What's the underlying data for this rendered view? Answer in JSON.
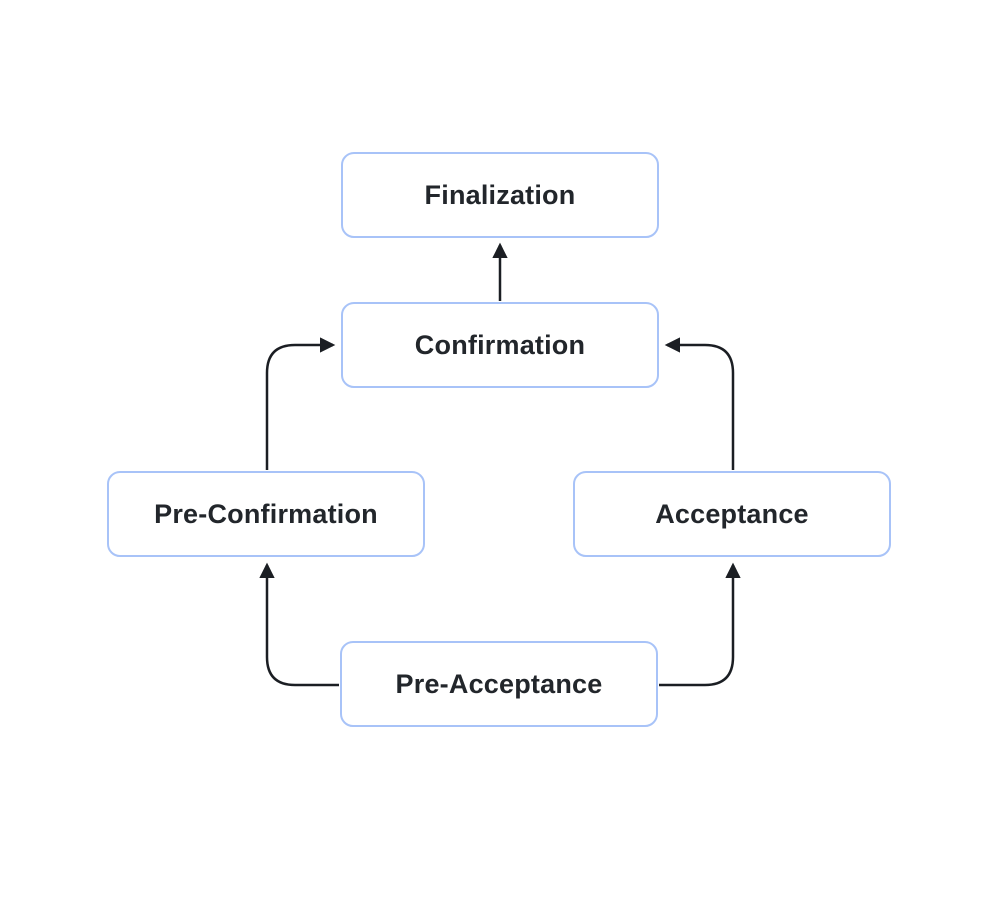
{
  "diagram": {
    "type": "flowchart",
    "nodes": [
      {
        "id": "finalization",
        "label": "Finalization"
      },
      {
        "id": "confirmation",
        "label": "Confirmation"
      },
      {
        "id": "pre-confirmation",
        "label": "Pre-Confirmation"
      },
      {
        "id": "acceptance",
        "label": "Acceptance"
      },
      {
        "id": "pre-acceptance",
        "label": "Pre-Acceptance"
      }
    ],
    "edges": [
      {
        "from": "Confirmation",
        "to": "Finalization"
      },
      {
        "from": "Pre-Confirmation",
        "to": "Confirmation"
      },
      {
        "from": "Acceptance",
        "to": "Confirmation"
      },
      {
        "from": "Pre-Acceptance",
        "to": "Pre-Confirmation"
      },
      {
        "from": "Pre-Acceptance",
        "to": "Acceptance"
      }
    ],
    "colors": {
      "canvas_background": "#ffffff",
      "node_background": "#ffffff",
      "node_border": "#a8c3f8",
      "node_text": "#22262b",
      "edge": "#1b1e23"
    }
  }
}
